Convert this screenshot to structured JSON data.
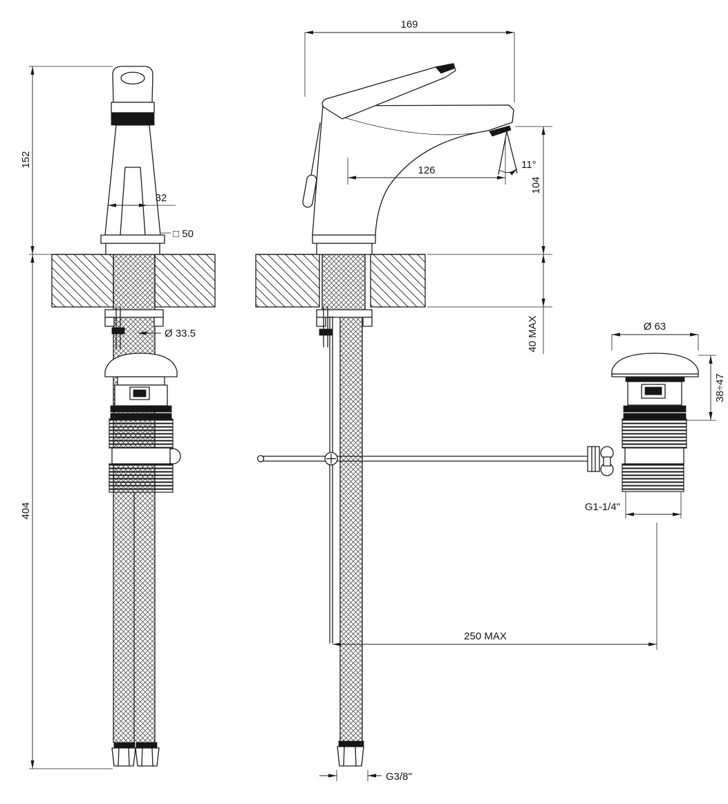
{
  "drawing": {
    "colors": {
      "line": "#1a1a1a",
      "background": "#ffffff"
    },
    "labels": {
      "dim_152": "152",
      "dim_404": "404",
      "dim_32": "32",
      "dim_sq50": "□ 50",
      "dim_d335": "Ø 33.5",
      "dim_169": "169",
      "dim_126": "126",
      "dim_angle11": "11°",
      "dim_104": "104",
      "dim_40max": "40 MAX",
      "dim_d63": "Ø 63",
      "dim_3847": "38÷47",
      "dim_g114": "G1-1/4\"",
      "dim_250max": "250 MAX",
      "dim_g38": "G3/8\""
    }
  }
}
